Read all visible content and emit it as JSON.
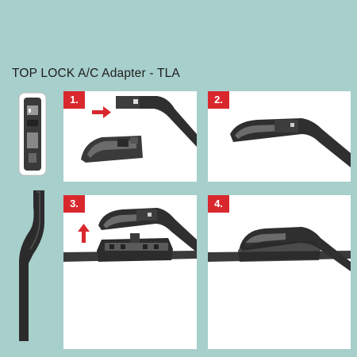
{
  "title": "TOP LOCK A/C Adapter - TLA",
  "steps": [
    {
      "label": "1."
    },
    {
      "label": "2."
    },
    {
      "label": "3."
    },
    {
      "label": "4."
    }
  ],
  "colors": {
    "background": "#a7cfcb",
    "panel": "#ffffff",
    "step_badge": "#d8282e",
    "arrow": "#d8282e",
    "blade": "#2e2e2e"
  },
  "icons": [
    "arrow-right-icon",
    "arrow-up-icon"
  ]
}
